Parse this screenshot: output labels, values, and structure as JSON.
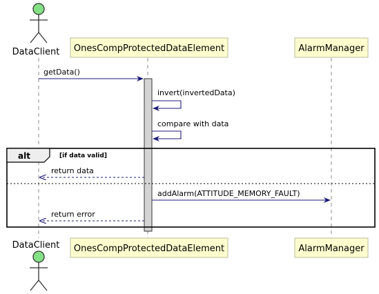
{
  "participants": {
    "client": "DataClient",
    "element": "OnesCompProtectedDataElement",
    "manager": "AlarmManager"
  },
  "messages": {
    "get_data": "getData()",
    "invert": "invert(invertedData)",
    "compare": "compare with data",
    "return_data": "return data",
    "add_alarm": "addAlarm(ATTITUDE_MEMORY_FAULT)",
    "return_error": "return error"
  },
  "frame": {
    "kind": "alt",
    "guard": "[if data valid]"
  },
  "colors": {
    "actor_fill": "#84e084",
    "participant_fill": "#fefece",
    "arrow": "#181878"
  },
  "icons": {
    "actor": "stick-figure-actor-icon"
  }
}
